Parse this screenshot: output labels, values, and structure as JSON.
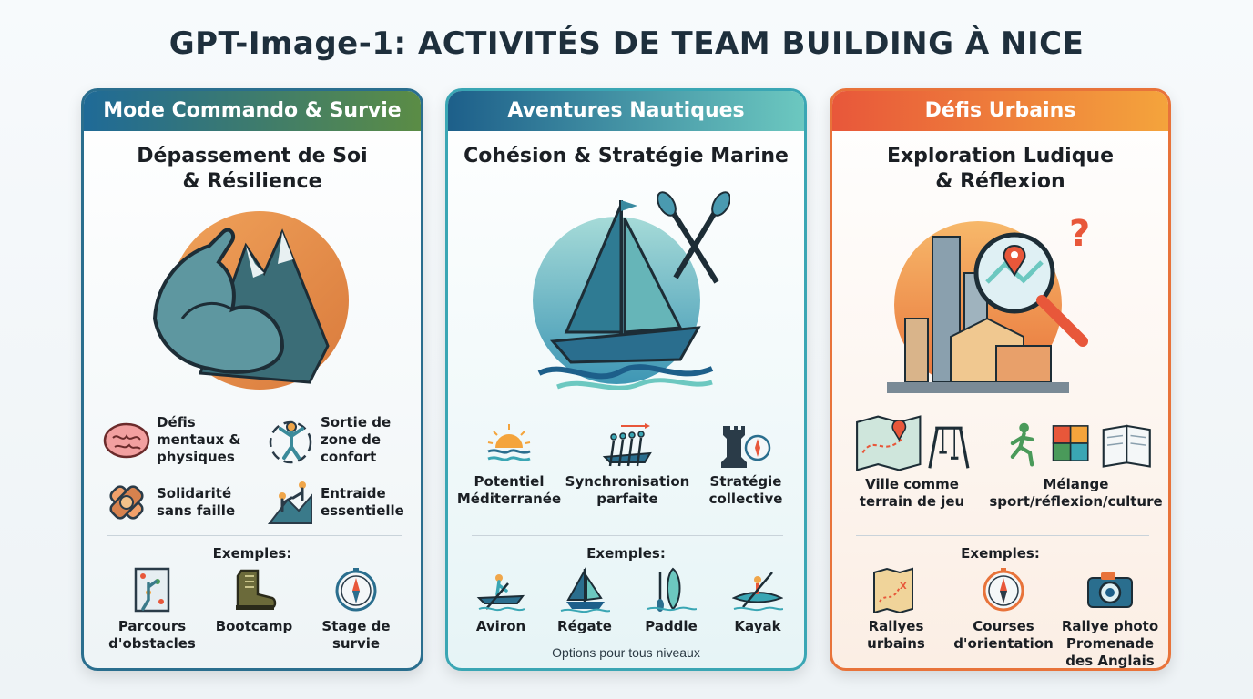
{
  "title": "GPT-Image-1: ACTIVITÉS DE TEAM BUILDING À NICE",
  "colors": {
    "commando_header_start": "#1f6a97",
    "commando_header_end": "#5b8c45",
    "nautique_header_start": "#1d5f8a",
    "nautique_header_end": "#6cc8c0",
    "urbain_header_start": "#e8573a",
    "urbain_header_end": "#f4a43c"
  },
  "cards": [
    {
      "header": "Mode Commando & Survie",
      "subtitle": "Dépassement de Soi\n& Résilience",
      "hero_icon": "flexed-arm-mountain-icon",
      "features": [
        {
          "icon": "brain-icon",
          "label": "Défis\nmentaux &\nphysiques"
        },
        {
          "icon": "breakout-person-icon",
          "label": "Sortie de\nzone de\nconfort"
        },
        {
          "icon": "hands-together-icon",
          "label": "Solidarité\nsans faille"
        },
        {
          "icon": "helping-hand-climb-icon",
          "label": "Entraide\nessentielle"
        }
      ],
      "examples_title": "Exemples:",
      "examples": [
        {
          "icon": "climbing-wall-icon",
          "label": "Parcours\nd'obstacles"
        },
        {
          "icon": "boot-icon",
          "label": "Bootcamp"
        },
        {
          "icon": "compass-icon",
          "label": "Stage de\nsurvie"
        }
      ]
    },
    {
      "header": "Aventures Nautiques",
      "subtitle": "Cohésion & Stratégie Marine",
      "hero_icon": "sailboat-paddles-icon",
      "features": [
        {
          "icon": "sunset-sea-icon",
          "label": "Potentiel\nMéditerranée"
        },
        {
          "icon": "rowing-team-icon",
          "label": "Synchronisation\nparfaite"
        },
        {
          "icon": "chess-rook-compass-icon",
          "label": "Stratégie\ncollective"
        }
      ],
      "examples_title": "Exemples:",
      "examples": [
        {
          "icon": "rowing-boat-icon",
          "label": "Aviron"
        },
        {
          "icon": "regatta-sail-icon",
          "label": "Régate"
        },
        {
          "icon": "paddle-board-icon",
          "label": "Paddle"
        },
        {
          "icon": "kayak-icon",
          "label": "Kayak"
        }
      ],
      "footnote": "Options pour tous niveaux"
    },
    {
      "header": "Défis Urbains",
      "subtitle": "Exploration Ludique\n& Réflexion",
      "hero_icon": "city-magnifier-map-icon",
      "features": [
        {
          "icon": "map-playground-icon",
          "label": "Ville comme\nterrain de jeu"
        },
        {
          "icon": "runner-puzzle-book-icon",
          "label": "Mélange\nsport/réflexion/culture"
        }
      ],
      "examples_title": "Exemples:",
      "examples": [
        {
          "icon": "treasure-map-icon",
          "label": "Rallyes\nurbains"
        },
        {
          "icon": "compass-icon",
          "label": "Courses\nd'orientation"
        },
        {
          "icon": "camera-icon",
          "label": "Rallye photo\nPromenade\ndes Anglais"
        }
      ]
    }
  ]
}
